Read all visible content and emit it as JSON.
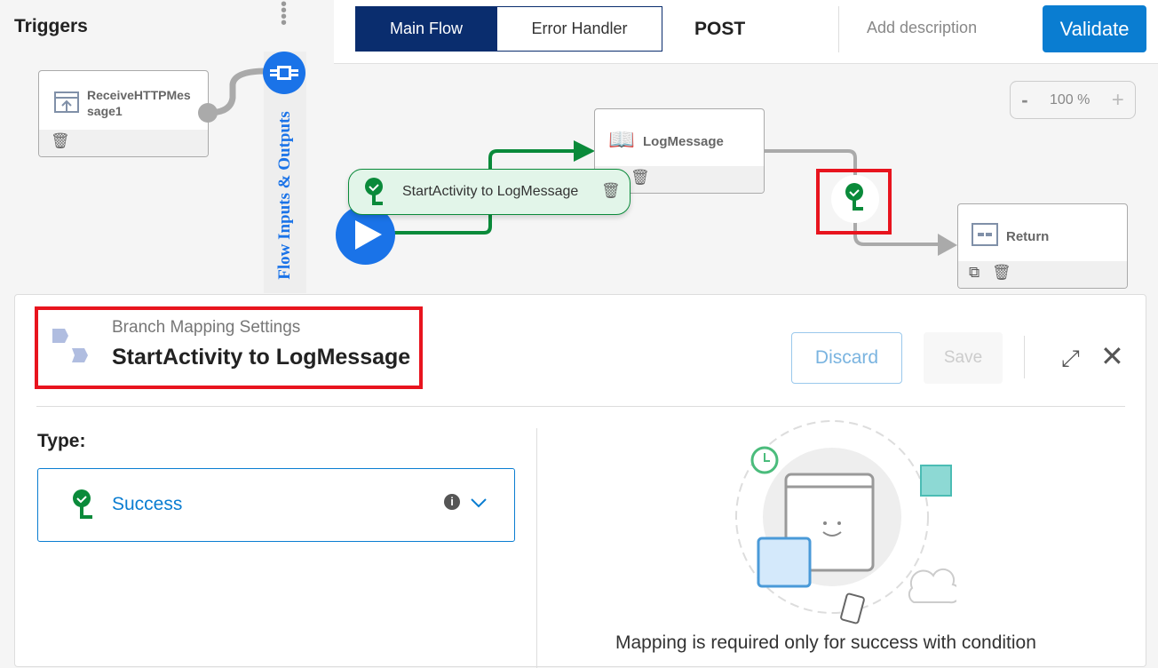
{
  "triggers": {
    "title": "Triggers",
    "trigger_name": "ReceiveHTTPMessage1"
  },
  "side_label": "Flow Inputs & Outputs",
  "tabs": [
    {
      "label": "Main Flow",
      "active": true
    },
    {
      "label": "Error Handler",
      "active": false
    }
  ],
  "method": "POST",
  "description_placeholder": "Add description",
  "validate_label": "Validate",
  "zoom": {
    "minus": "-",
    "value": "100 %",
    "plus": "+"
  },
  "nodes": {
    "log": "LogMessage",
    "ret": "Return"
  },
  "branch_label": "StartActivity to LogMessage",
  "panel": {
    "subtitle": "Branch Mapping Settings",
    "title": "StartActivity to LogMessage",
    "discard": "Discard",
    "save": "Save",
    "type_label": "Type:",
    "type_value": "Success",
    "message": "Mapping is required only for success with condition"
  },
  "colors": {
    "accent": "#0a2d6e",
    "blue": "#1a73e8",
    "green": "#0a8a3a",
    "highlight": "#e8141e"
  }
}
